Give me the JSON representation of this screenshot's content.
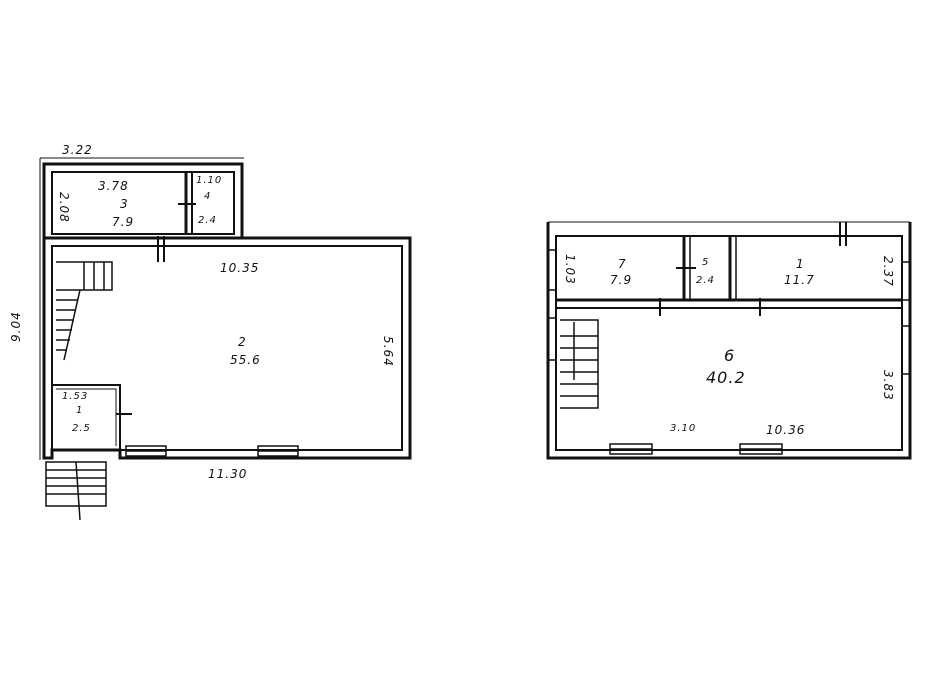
{
  "plan_left": {
    "dim_top": "3.22",
    "dim_left": "9.04",
    "dim_bottom": "11.30",
    "hall_length": "10.35",
    "hall_width": "5.64",
    "rooms": [
      {
        "number": "3",
        "area": "7.9",
        "dim_a": "3.78",
        "dim_b": "2.08"
      },
      {
        "number": "4",
        "area": "2.4",
        "dim_a": "1.10"
      },
      {
        "number": "2",
        "area": "55.6"
      },
      {
        "number": "1",
        "area": "2.5",
        "dim_a": "1.53"
      }
    ]
  },
  "plan_right": {
    "dim_length": "10.36",
    "dim_width": "3.83",
    "dim_bottom_left": "3.10",
    "rooms": [
      {
        "number": "7",
        "area": "7.9",
        "dim_a": "1.03"
      },
      {
        "number": "5",
        "area": "2.4"
      },
      {
        "number": "1",
        "area": "11.7",
        "dim_a": "2.37"
      },
      {
        "number": "6",
        "area": "40.2"
      }
    ]
  }
}
